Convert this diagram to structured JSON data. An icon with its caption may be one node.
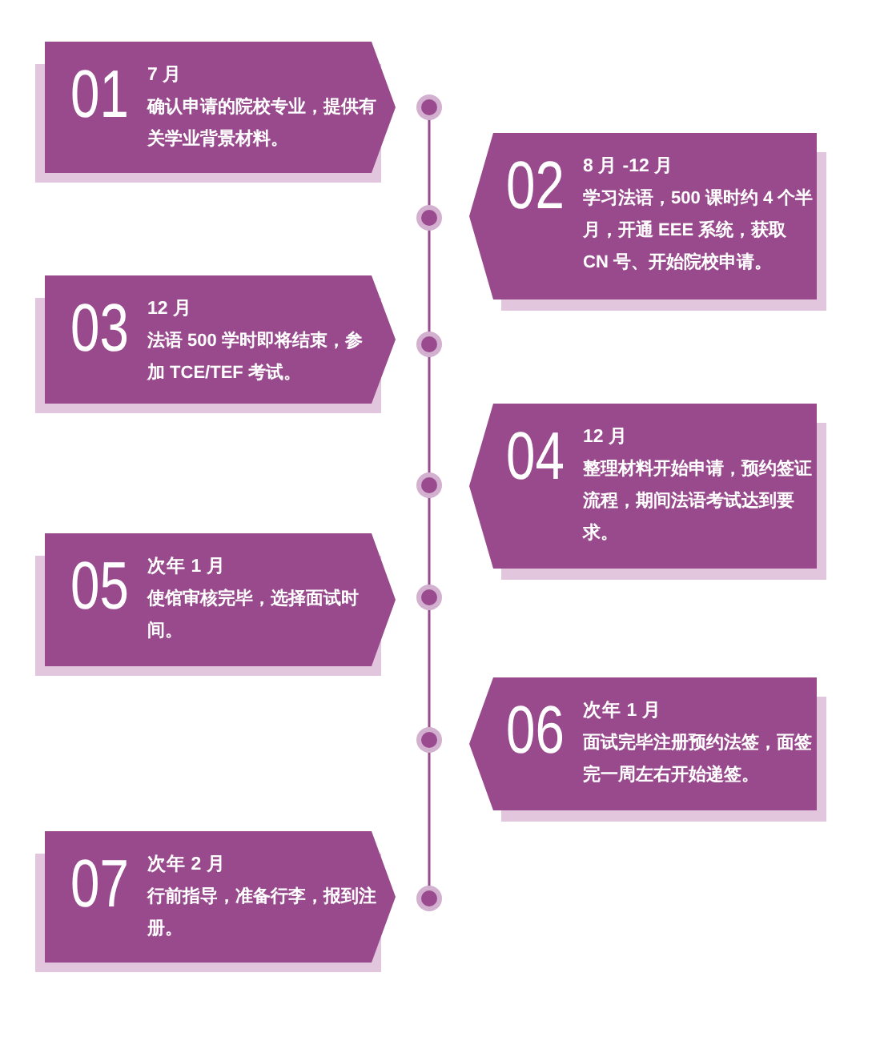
{
  "diagram": {
    "nodes": [
      {
        "text": [
          "01",
          "7 月",
          "确认申请的院校专业，提供有关学业背景材料。"
        ]
      },
      {
        "text": [
          "02",
          "8 月 -12 月",
          "学习法语，500 课时约 4 个半月，开通 EEE 系统，获取 CN 号、开始院校申请。"
        ]
      },
      {
        "text": [
          "03",
          "12 月",
          "法语 500 学时即将结束，参加 TCE/TEF 考试。"
        ]
      },
      {
        "text": [
          "04",
          "12 月",
          "整理材料开始申请，预约签证流程，期间法语考试达到要求。"
        ]
      },
      {
        "text": [
          "05",
          "次年 1 月",
          "使馆审核完毕，选择面试时间。"
        ]
      },
      {
        "text": [
          "06",
          "次年 1 月",
          "面试完毕注册预约法签，面签完一周左右开始递签。"
        ]
      },
      {
        "text": [
          "07",
          "次年 2 月",
          "行前指导，准备行李，报到注册。"
        ]
      }
    ]
  }
}
